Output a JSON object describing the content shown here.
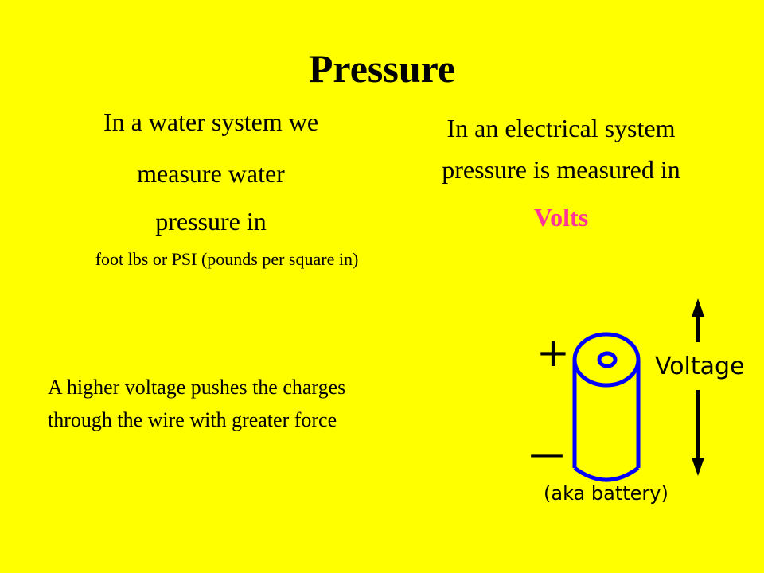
{
  "slide": {
    "background": "#ffff00",
    "title": "Pressure",
    "water": {
      "lines": [
        "In a water system we",
        "measure water",
        "pressure in"
      ],
      "units": "foot lbs  or PSI (pounds per square in)"
    },
    "electrical": {
      "lines": [
        "In an electrical system",
        "pressure is measured in"
      ],
      "unit": "Volts",
      "unit_color": "#ff3399"
    },
    "note": {
      "lines": [
        "A higher voltage pushes the charges",
        "through the wire with greater force"
      ]
    },
    "diagram": {
      "plus": "+",
      "minus": "—",
      "label": "Voltage",
      "caption": "(aka battery)",
      "battery_color": "#0000ff",
      "ink_color": "#000000"
    }
  }
}
